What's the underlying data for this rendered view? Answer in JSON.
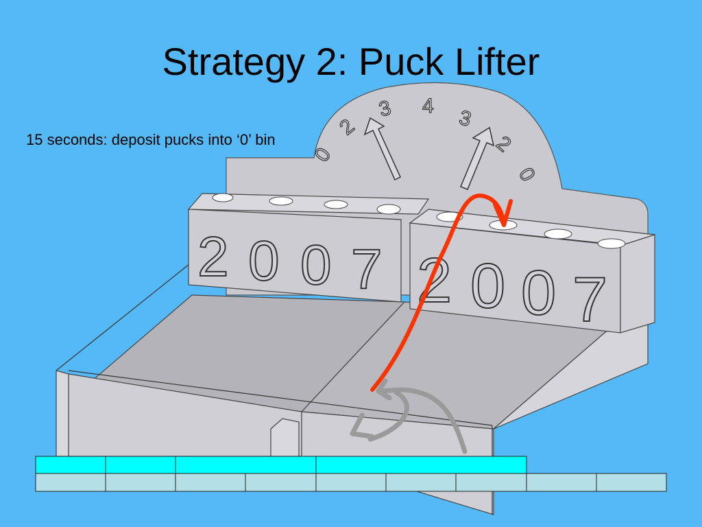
{
  "slide": {
    "title": "Strategy 2: Puck Lifter",
    "subtitle": "15 seconds: deposit pucks into ‘0’ bin"
  },
  "board": {
    "left_year_digits": [
      "2",
      "0",
      "0",
      "7"
    ],
    "right_year_digits": [
      "2",
      "0",
      "0",
      "7"
    ],
    "dial_numbers": [
      "0",
      "2",
      "3",
      "4",
      "3",
      "2",
      "0"
    ]
  },
  "colors": {
    "background": "#55b9f7",
    "structure": "#c9c9cf",
    "path_arrow": "#ff3300",
    "return_arrow": "#9a9a9a",
    "timeline_filled": "#00ffff",
    "timeline_empty": "#b4dfe6"
  }
}
